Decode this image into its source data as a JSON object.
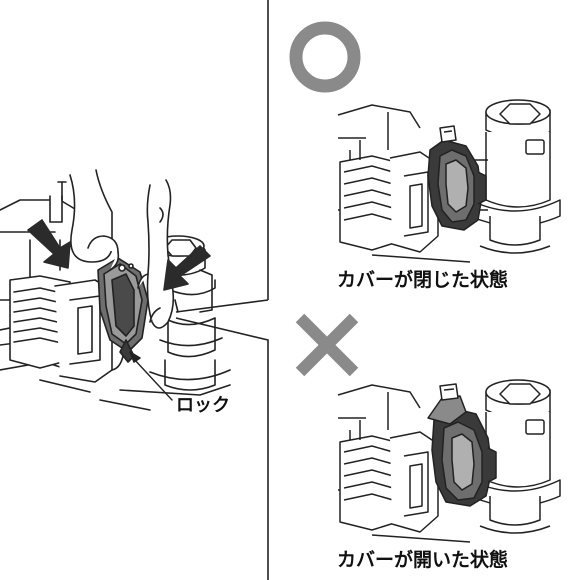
{
  "labels": {
    "lock": "ロック",
    "closed_state": "カバーが閉じた状態",
    "open_state": "カバーが開いた状態"
  },
  "marks": {
    "correct": "○",
    "incorrect": "×"
  },
  "colors": {
    "line": "#222222",
    "mark_gray": "#8a8a8a",
    "cover_dark": "#3a3a3a",
    "cover_mid": "#6e6e6e",
    "cover_light": "#b0b0b0",
    "arrow": "#2b2b2b"
  }
}
